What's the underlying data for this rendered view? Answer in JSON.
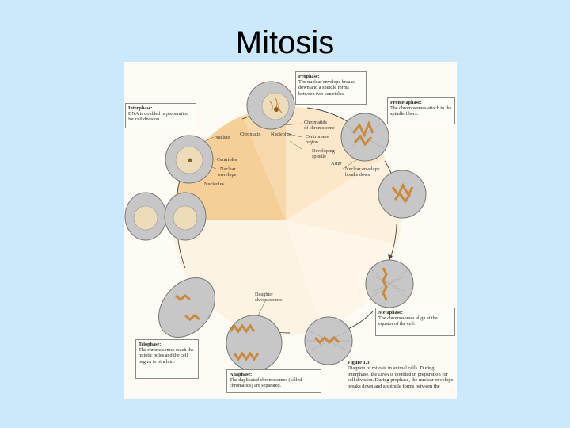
{
  "slide": {
    "title": "Mitosis"
  },
  "colors": {
    "background": "#cbe9fb",
    "orange_sector": "#f8d6a6",
    "cell_fill": "#c9c9c9",
    "chromosome": "#c98a3c"
  },
  "boxes": {
    "interphase": {
      "heading": "Interphase:",
      "text": "DNA is doubled in preparation for cell division"
    },
    "prophase": {
      "heading": "Prophase:",
      "text": "The nuclear envelope breaks down and a spindle forms between two centrioles."
    },
    "prometaphase": {
      "heading": "Prometaphase:",
      "text": "The chromosomes attach to the spindle fibers."
    },
    "metaphase": {
      "heading": "Metaphase:",
      "text": "The chromosomes align at the equator of the cell."
    },
    "anaphase": {
      "heading": "Anaphase:",
      "text": "The duplicated chromosomes (called chromatids) are separated."
    },
    "telophase": {
      "heading": "Telophase:",
      "text": "The chromosomes reach the mitotic poles and the cell begins to pinch in."
    }
  },
  "labels": {
    "nucleus": "Nucleus",
    "centrioles": "Centrioles",
    "nuclear_envelope_1": "Nuclear",
    "nuclear_envelope_2": "envelope",
    "nucleolus_left": "Nucleolus",
    "chromatin": "Chromatin",
    "nucleolus_top": "Nucleolus",
    "chromatids_1": "Chromatids",
    "chromatids_2": "of chromosome",
    "centromere_1": "Centromere",
    "centromere_2": "region",
    "developing_spindle_1": "Developing",
    "developing_spindle_2": "spindle",
    "aster": "Aster",
    "nuclear_breakdown_1": "Nuclear envelope",
    "nuclear_breakdown_2": "breaks down",
    "daughter_1": "Daughter",
    "daughter_2": "chromosomes"
  },
  "caption": {
    "heading": "Figure 1.3",
    "text": "Diagram of mitosis in animal cells. During interphase, the DNA is doubled in preparation for cell division. During prophase, the nuclear envelope breaks down and a spindle forms between the"
  }
}
